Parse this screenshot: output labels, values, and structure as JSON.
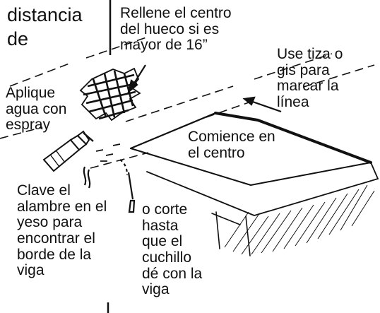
{
  "labels": {
    "distancia": "distancia\nde",
    "rellene": "Rellene el centro\ndel hueco si es\nmayor de 16”",
    "tiza": "Use tiza o\ngis para\nmarcar la\nlínea",
    "aplique": "Aplique\nagua con\nespray",
    "comience": "Comience en\nel centro",
    "clave": "Clave el\nalambre en el\nyeso para\nencontrar el\nborde de la\nviga",
    "corte": "o corte\nhasta\nque el\ncuchillo\ndé con la\nviga"
  },
  "colors": {
    "ink": "#111111",
    "paper": "#ffffff"
  }
}
